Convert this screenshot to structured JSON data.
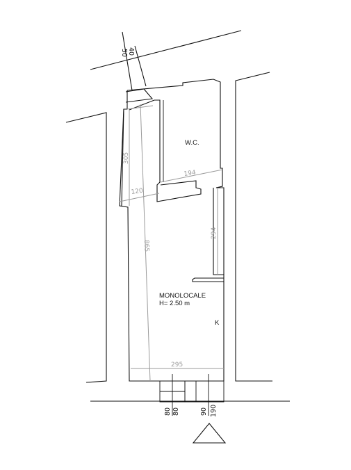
{
  "rooms": {
    "wc": "W.C.",
    "monolocale": "MONOLOCALE",
    "height": "H= 2.50 m",
    "kitchen": "K"
  },
  "dimensions": {
    "top_50": "50",
    "top_40": "40",
    "d305": "305",
    "d194": "194",
    "d120": "120",
    "d865": "865",
    "d294": "294",
    "d295": "295",
    "bottom_80a": "80",
    "bottom_80b": "80",
    "bottom_90": "90",
    "bottom_190": "190"
  },
  "icons": {
    "north_arrow": "triangle-north-icon"
  }
}
